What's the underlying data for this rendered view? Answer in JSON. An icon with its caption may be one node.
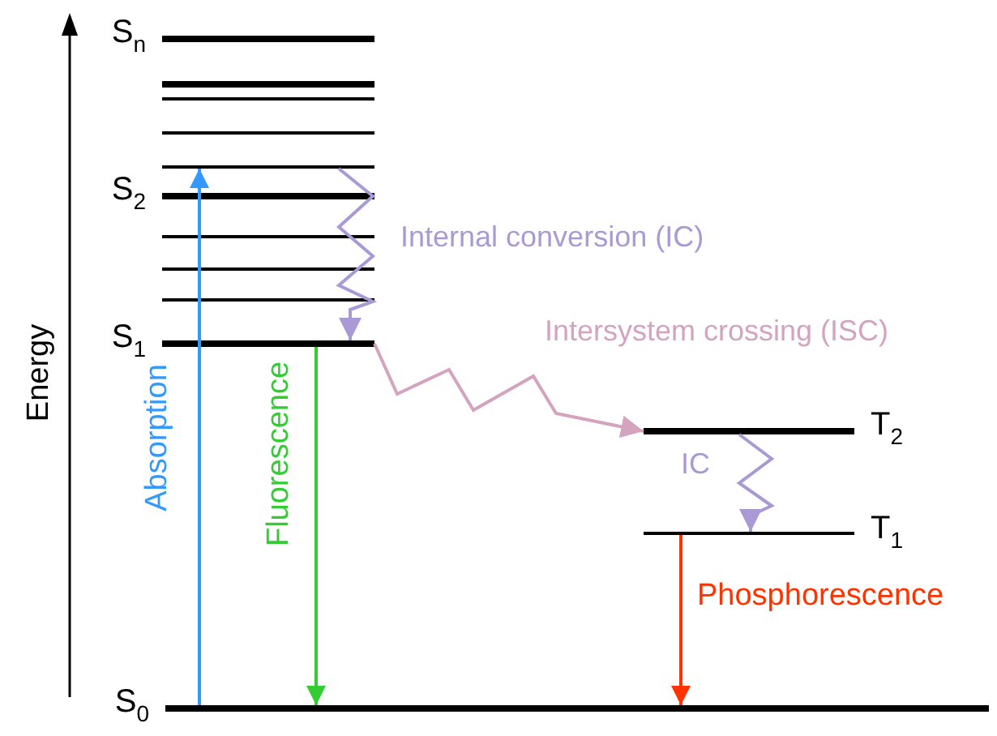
{
  "diagram": {
    "nodes": [
      {
        "text": [
          "S$_{n}$"
        ]
      },
      {
        "text": [],
        "shape": "bar"
      },
      {
        "text": [],
        "shape": "bar"
      },
      {
        "text": [],
        "shape": "bar"
      },
      {
        "text": [],
        "shape": "bar"
      },
      {
        "text": [
          "S$_{2}$"
        ]
      },
      {
        "text": [],
        "shape": "bar"
      },
      {
        "text": [],
        "shape": "bar"
      },
      {
        "text": [],
        "shape": "bar"
      },
      {
        "text": [
          "S$_{1}$"
        ]
      },
      {
        "text": [
          "T$_{2}$"
        ]
      },
      {
        "text": [
          "T$_{1}$"
        ]
      },
      {
        "text": [
          "S$_{0}$"
        ]
      }
    ],
    "edges": [
      {
        "from": 12,
        "to": 4,
        "arrow": "to",
        "label": "Absorption",
        "color": "#3399ff"
      },
      {
        "from": 4,
        "to": 9,
        "arrow": "to",
        "label": "Internal conversion (IC)",
        "color": "#a99ad6"
      },
      {
        "from": 9,
        "to": 10,
        "arrow": "to",
        "label": "Intersystem crossing (ISC)",
        "color": "#d4a3bf"
      },
      {
        "from": 10,
        "to": 11,
        "arrow": "to",
        "label": "IC",
        "color": "#a99ad6"
      },
      {
        "from": 9,
        "to": 12,
        "arrow": "to",
        "label": "Fluorescence",
        "color": "#33cc33"
      },
      {
        "from": 11,
        "to": 12,
        "arrow": "to",
        "label": "Phosphorescence",
        "color": "#ff3300"
      }
    ],
    "labels": [
      "Energy"
    ]
  }
}
